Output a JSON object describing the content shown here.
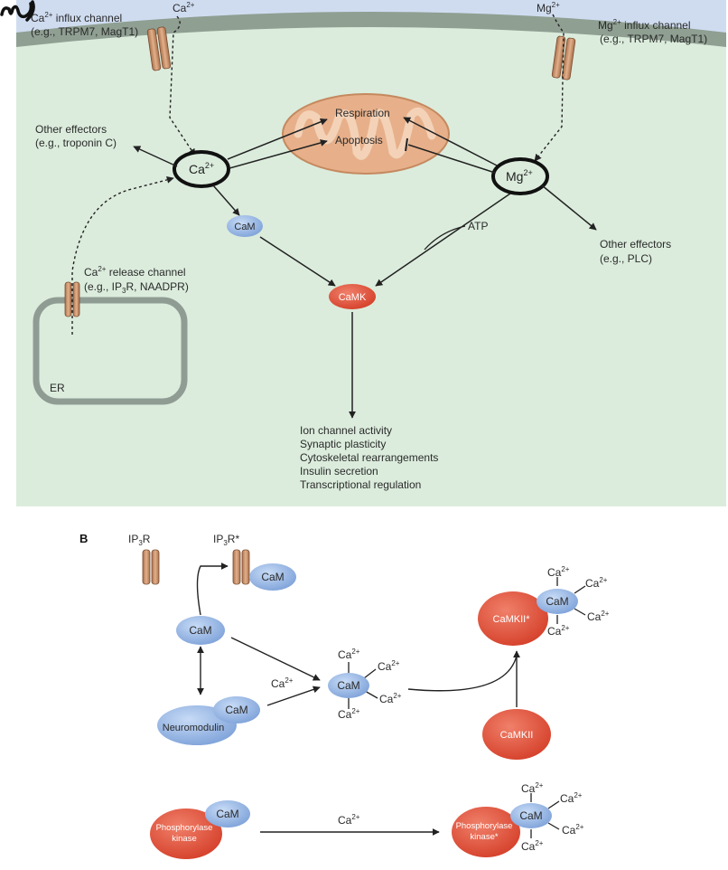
{
  "panel_a": {
    "ca_influx": {
      "ion": "Ca",
      "charge": "2+",
      "label_line1_suffix": " influx channel",
      "label_line2": "(e.g., TRPM7, MagT1)"
    },
    "mg_influx": {
      "ion": "Mg",
      "charge": "2+",
      "label_line1_suffix": " influx channel",
      "label_line2": "(e.g., TRPM7, MagT1)"
    },
    "ca_top": {
      "ion": "Ca",
      "charge": "2+"
    },
    "mg_top": {
      "ion": "Mg",
      "charge": "2+"
    },
    "ca_node": {
      "ion": "Ca",
      "charge": "2+"
    },
    "mg_node": {
      "ion": "Mg",
      "charge": "2+"
    },
    "other_effectors_left": {
      "line1": "Other effectors",
      "line2": "(e.g., troponin C)"
    },
    "other_effectors_right": {
      "line1": "Other effectors",
      "line2": "(e.g., PLC)"
    },
    "mito": {
      "respiration": "Respiration",
      "apoptosis": "Apoptosis"
    },
    "cam": "CaM",
    "camk": "CaMK",
    "atp": "ATP",
    "release_channel": {
      "ion": "Ca",
      "charge": "2+",
      "line1_suffix": " release channel",
      "line2_prefix": "(e.g., IP",
      "line2_sub": "3",
      "line2_suffix": "R, NAADPR)"
    },
    "er": "ER",
    "outcomes": [
      "Ion channel activity",
      "Synaptic plasticity",
      "Cytoskeletal rearrangements",
      "Insulin secretion",
      "Transcriptional regulation"
    ]
  },
  "panel_b": {
    "panel_label": "B",
    "ip3r": {
      "prefix": "IP",
      "sub": "3",
      "suffix": "R"
    },
    "ip3r_star": {
      "prefix": "IP",
      "sub": "3",
      "suffix": "R*"
    },
    "cam": "CaM",
    "neuromodulin": "Neuromodulin",
    "camkii": "CaMKII",
    "camkii_star": "CaMKII*",
    "phosphorylase_kinase": {
      "line1": "Phosphorylase",
      "line2": "kinase"
    },
    "phosphorylase_kinase_star": {
      "line1": "Phosphorylase",
      "line2": "kinase*"
    },
    "ca": {
      "ion": "Ca",
      "charge": "2+"
    }
  },
  "colors": {
    "extracellular": "#cfdcf0",
    "membrane": "#8f9f92",
    "cytoplasm": "#dbecdc",
    "cam_blue": "#8fb1e3",
    "camk_red": "#e0553b",
    "mito": "#e9b58e",
    "channel": "#c98e66",
    "er_border": "#8f9c93"
  }
}
